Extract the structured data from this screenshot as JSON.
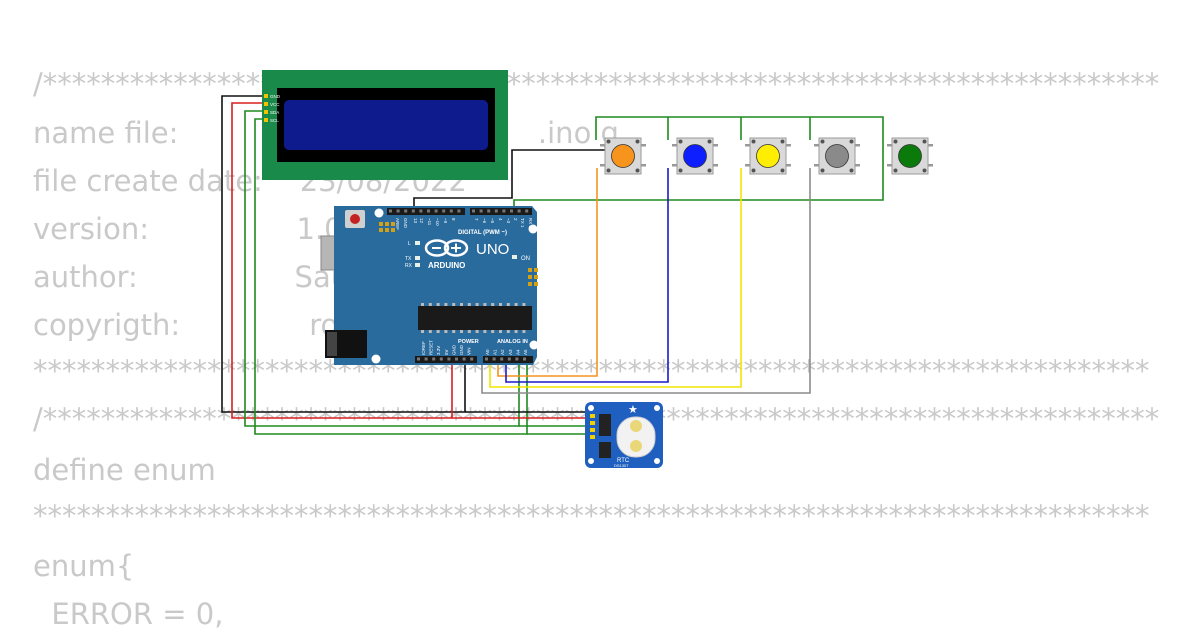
{
  "code_lines": [
    "/*****************************************************************************",
    "name file:                                       .ino g",
    "file create date:    23/08/2022",
    "version:                1.0.0",
    "author:                 Saul l",
    "copyrigth:              robo",
    "*****************************************************************************",
    "/*****************************************************************************",
    "define enum",
    "*****************************************************************************",
    "enum{",
    "  ERROR = 0,"
  ],
  "lcd": {
    "pin_labels": [
      "GND",
      "VCC",
      "SDA",
      "SCL"
    ]
  },
  "arduino": {
    "brand": "ARDUINO",
    "model": "UNO",
    "digital_label": "DIGITAL (PWM ~)",
    "power_label": "POWER",
    "analog_label": "ANALOG IN",
    "on_label": "ON",
    "led_labels": [
      "L",
      "TX",
      "RX"
    ],
    "top_header_labels": [
      "AREF",
      "GND",
      "13",
      "12",
      "~11",
      "~10",
      "~9",
      "8",
      "7",
      "~6",
      "~5",
      "4",
      "~3",
      "2",
      "TX 1",
      "RX 0"
    ],
    "power_pin_labels": [
      "IOREF",
      "RESET",
      "3.3V",
      "5V",
      "GND",
      "GND",
      "VIN"
    ],
    "analog_pin_labels": [
      "A0",
      "A1",
      "A2",
      "A3",
      "A4",
      "A5"
    ]
  },
  "buttons": [
    {
      "color": "#f7941d"
    },
    {
      "color": "#0d1fff"
    },
    {
      "color": "#ffee00"
    },
    {
      "color": "#8a8a8a"
    },
    {
      "color": "#0a7a0a"
    }
  ],
  "rtc": {
    "label": "RTC",
    "chip": "DS1307"
  },
  "colors": {
    "lcd_board": "#1a8a4a",
    "lcd_screen": "#0d1b8c",
    "arduino_board": "#2a6b9e",
    "rtc_board": "#1f5fbf",
    "wire_black": "#111111",
    "wire_red": "#d81e1e",
    "wire_green": "#1f8a1f",
    "wire_orange": "#f7941d",
    "wire_blue": "#1a1acc",
    "wire_yellow": "#f2e600",
    "wire_gray": "#8c8c8c"
  }
}
